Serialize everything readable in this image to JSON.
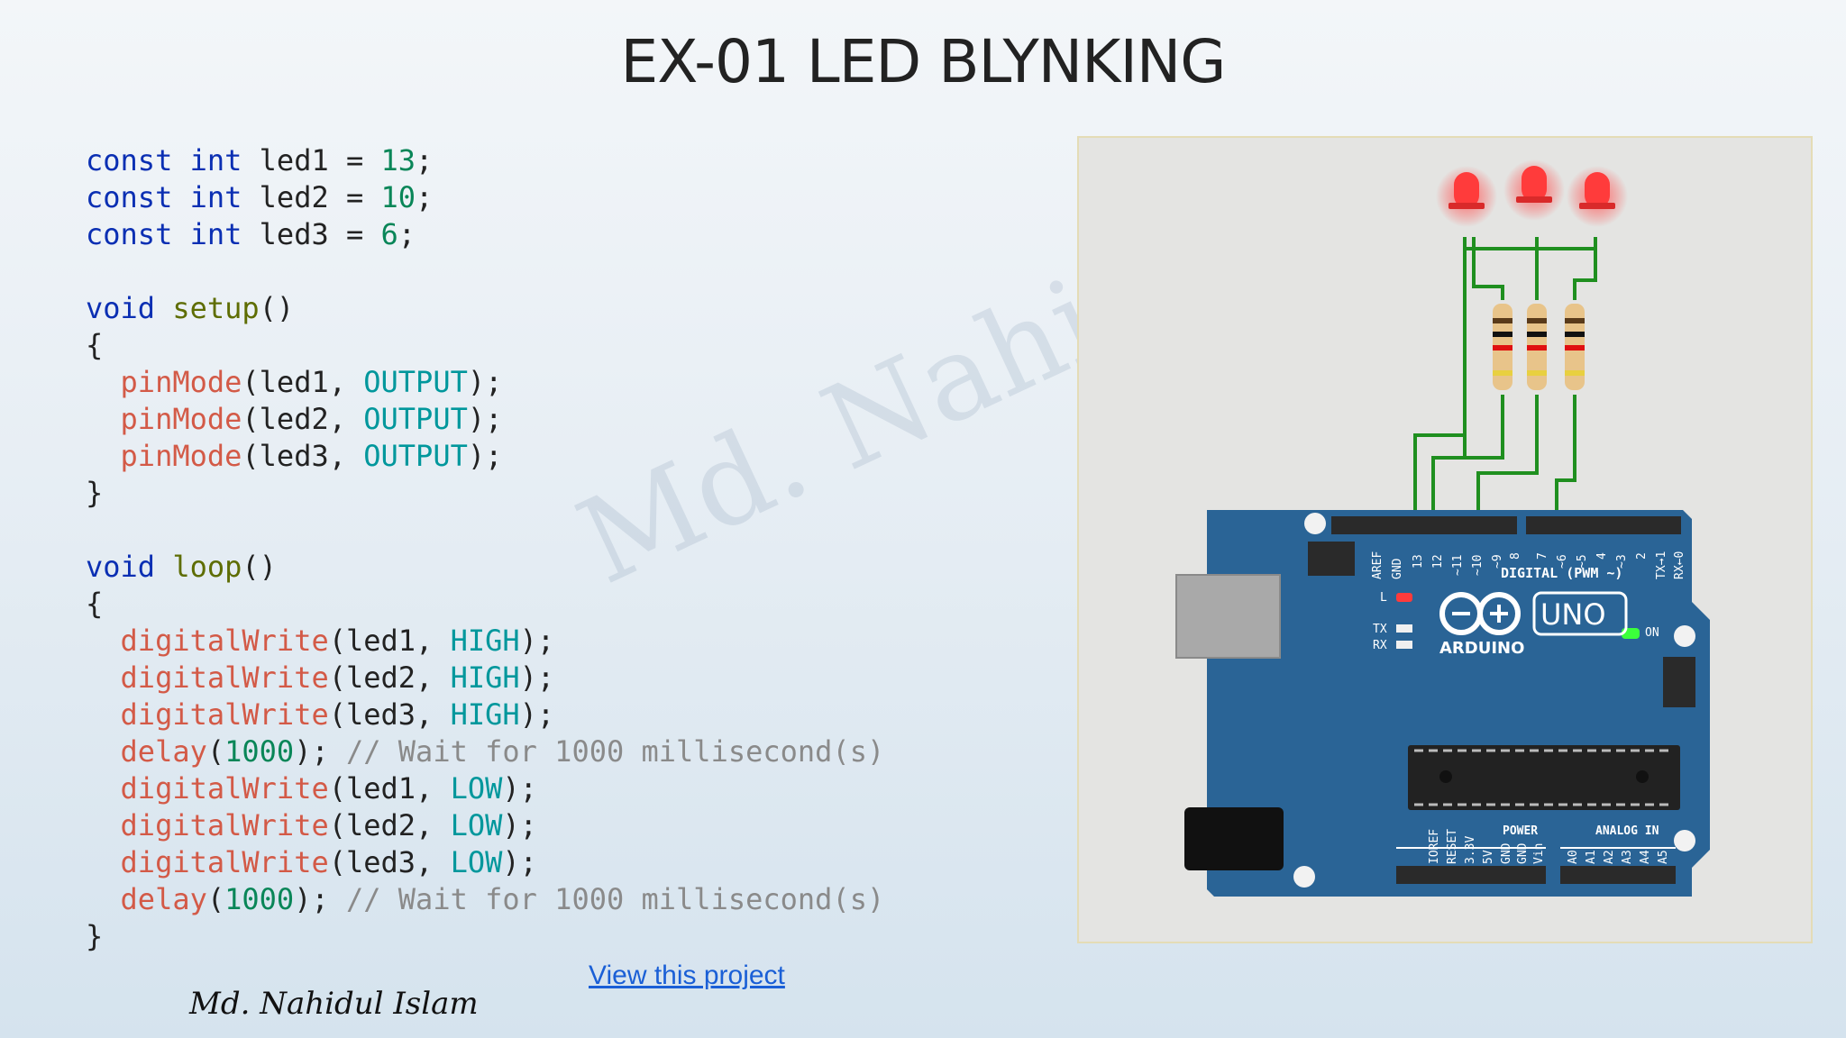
{
  "slide_title": "EX-01 LED BLYNKING",
  "watermark": "Md. Nahidul I",
  "code_lines": [
    [
      {
        "t": "const",
        "c": "kw"
      },
      {
        "t": " "
      },
      {
        "t": "int",
        "c": "kw"
      },
      {
        "t": " led1 = "
      },
      {
        "t": "13",
        "c": "num"
      },
      {
        "t": ";"
      }
    ],
    [
      {
        "t": "const",
        "c": "kw"
      },
      {
        "t": " "
      },
      {
        "t": "int",
        "c": "kw"
      },
      {
        "t": " led2 = "
      },
      {
        "t": "10",
        "c": "num"
      },
      {
        "t": ";"
      }
    ],
    [
      {
        "t": "const",
        "c": "kw"
      },
      {
        "t": " "
      },
      {
        "t": "int",
        "c": "kw"
      },
      {
        "t": " led3 = "
      },
      {
        "t": "6",
        "c": "num"
      },
      {
        "t": ";"
      }
    ],
    [],
    [
      {
        "t": "void",
        "c": "kw"
      },
      {
        "t": " "
      },
      {
        "t": "setup",
        "c": "fn"
      },
      {
        "t": "()"
      }
    ],
    [
      {
        "t": "{"
      }
    ],
    [
      {
        "t": "  "
      },
      {
        "t": "pinMode",
        "c": "api"
      },
      {
        "t": "(led1, "
      },
      {
        "t": "OUTPUT",
        "c": "const"
      },
      {
        "t": ");"
      }
    ],
    [
      {
        "t": "  "
      },
      {
        "t": "pinMode",
        "c": "api"
      },
      {
        "t": "(led2, "
      },
      {
        "t": "OUTPUT",
        "c": "const"
      },
      {
        "t": ");"
      }
    ],
    [
      {
        "t": "  "
      },
      {
        "t": "pinMode",
        "c": "api"
      },
      {
        "t": "(led3, "
      },
      {
        "t": "OUTPUT",
        "c": "const"
      },
      {
        "t": ");"
      }
    ],
    [
      {
        "t": "}"
      }
    ],
    [],
    [
      {
        "t": "void",
        "c": "kw"
      },
      {
        "t": " "
      },
      {
        "t": "loop",
        "c": "fn"
      },
      {
        "t": "()"
      }
    ],
    [
      {
        "t": "{"
      }
    ],
    [
      {
        "t": "  "
      },
      {
        "t": "digitalWrite",
        "c": "api"
      },
      {
        "t": "(led1, "
      },
      {
        "t": "HIGH",
        "c": "const"
      },
      {
        "t": ");"
      }
    ],
    [
      {
        "t": "  "
      },
      {
        "t": "digitalWrite",
        "c": "api"
      },
      {
        "t": "(led2, "
      },
      {
        "t": "HIGH",
        "c": "const"
      },
      {
        "t": ");"
      }
    ],
    [
      {
        "t": "  "
      },
      {
        "t": "digitalWrite",
        "c": "api"
      },
      {
        "t": "(led3, "
      },
      {
        "t": "HIGH",
        "c": "const"
      },
      {
        "t": ");"
      }
    ],
    [
      {
        "t": "  "
      },
      {
        "t": "delay",
        "c": "api"
      },
      {
        "t": "("
      },
      {
        "t": "1000",
        "c": "num"
      },
      {
        "t": "); "
      },
      {
        "t": "// Wait for 1000 millisecond(s)",
        "c": "cm"
      }
    ],
    [
      {
        "t": "  "
      },
      {
        "t": "digitalWrite",
        "c": "api"
      },
      {
        "t": "(led1, "
      },
      {
        "t": "LOW",
        "c": "const"
      },
      {
        "t": ");"
      }
    ],
    [
      {
        "t": "  "
      },
      {
        "t": "digitalWrite",
        "c": "api"
      },
      {
        "t": "(led2, "
      },
      {
        "t": "LOW",
        "c": "const"
      },
      {
        "t": ");"
      }
    ],
    [
      {
        "t": "  "
      },
      {
        "t": "digitalWrite",
        "c": "api"
      },
      {
        "t": "(led3, "
      },
      {
        "t": "LOW",
        "c": "const"
      },
      {
        "t": ");"
      }
    ],
    [
      {
        "t": "  "
      },
      {
        "t": "delay",
        "c": "api"
      },
      {
        "t": "("
      },
      {
        "t": "1000",
        "c": "num"
      },
      {
        "t": "); "
      },
      {
        "t": "// Wait for 1000 millisecond(s)",
        "c": "cm"
      }
    ],
    [
      {
        "t": "}"
      }
    ]
  ],
  "link_label": "View this project",
  "signature": "Md. Nahidul Islam",
  "board": {
    "header_pins_left": [
      "AREF",
      "GND",
      "13",
      "12",
      "~11",
      "~10",
      "~9",
      "8"
    ],
    "header_pins_right": [
      "7",
      "~6",
      "~5",
      "4",
      "~3",
      "2",
      "TX→1",
      "RX←0"
    ],
    "digital_label": "DIGITAL (PWM ~)",
    "l_label": "L",
    "tx_label": "TX",
    "rx_label": "RX",
    "logo_symbol": "⊖⊕",
    "logo_text": "ARDUINO",
    "model": "UNO",
    "on_label": "ON",
    "power_label": "POWER",
    "analog_label": "ANALOG IN",
    "power_pins": [
      "IOREF",
      "RESET",
      "3.3V",
      "5V",
      "GND",
      "GND",
      "Vin"
    ],
    "analog_pins": [
      "A0",
      "A1",
      "A2",
      "A3",
      "A4",
      "A5"
    ],
    "colors": {
      "pcb": "#2a6496",
      "led": "#ff3b3b",
      "wire": "#1f8f1f",
      "on_led": "#3bff3b"
    }
  }
}
